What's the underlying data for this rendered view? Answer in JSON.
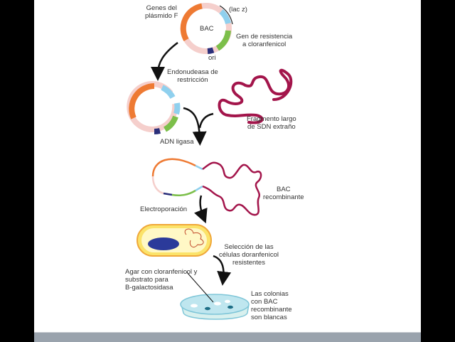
{
  "labels": {
    "genes_f": "Genes del\nplásmido F",
    "lacz": "(lac z)",
    "bac": "BAC",
    "cm_gene": "Gen de resistencia\na cloranfenicol",
    "ori": "ori",
    "endonuclease": "Endonudeasa de\nrestricción",
    "fragment": "Fragmento largo\nde SDN extraño",
    "ligase": "ADN ligasa",
    "recombinant": "BAC\nrecombinante",
    "electroporation": "Electroporación",
    "selection": "Selección de las\ncélulas doranfenicol\nresistentes",
    "agar": "Agar con cloranfenicol y\nsubstrato para\nB-galactosidasa",
    "colonies": "Las colonias\ncon BAC\nrecombinante\nson blancas"
  },
  "colors": {
    "f_genes": "#ee7a33",
    "lacz": "#8fd0ee",
    "cm_resistance": "#7cbf4a",
    "ori": "#2b2f7a",
    "backbone": "#f5cfcc",
    "foreign_dna": "#a3154b",
    "cell": "#fbe36a",
    "agar": "#bfe6ef"
  }
}
